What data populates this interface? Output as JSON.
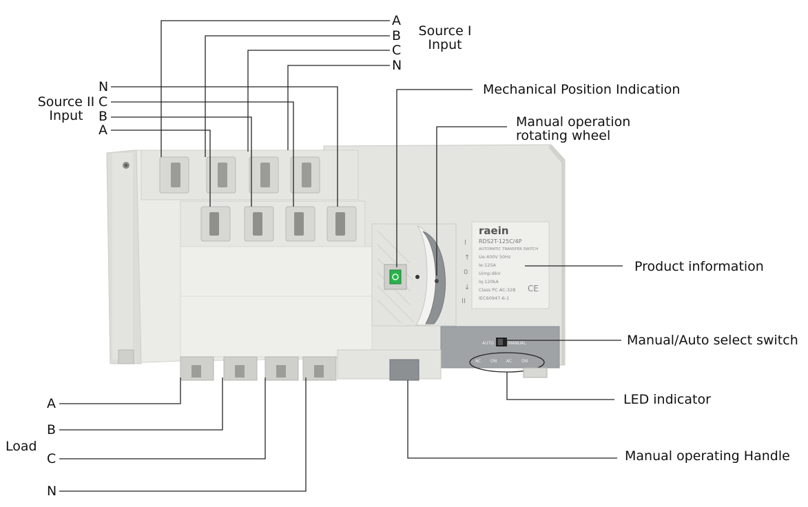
{
  "source_i": {
    "line1": "Source I",
    "line2": "Input",
    "phases": [
      "A",
      "B",
      "C",
      "N"
    ]
  },
  "source_ii": {
    "line1": "Source II",
    "line2": "Input",
    "phases": [
      "N",
      "C",
      "B",
      "A"
    ]
  },
  "load": {
    "label": "Load",
    "phases": [
      "A",
      "B",
      "C",
      "N"
    ]
  },
  "callouts": {
    "mechanical_position": "Mechanical Position Indication",
    "rotating_wheel_line1": "Manual operation",
    "rotating_wheel_line2": "rotating wheel",
    "product_information": "Product information",
    "select_switch": "Manual/Auto select switch",
    "led_indicator": "LED indicator",
    "operating_handle": "Manual operating Handle"
  },
  "product_plate": {
    "brand": "raein",
    "model": "RDS2T-125C/4P",
    "desc": "AUTOMATIC TRANSFER SWITCH",
    "specs": [
      "Ue:400V 50Hz",
      "Ie:125A",
      "Uimp:8kV",
      "Iq:120kA",
      "Class PC AC-32B",
      "IEC60947-6-1"
    ],
    "ce_mark": "CE"
  },
  "dial": {
    "top": "I",
    "middle": "0",
    "bottom": "II"
  },
  "bottom_panel": {
    "auto": "AUTO",
    "manual": "MANUAL",
    "led_labels": [
      "AC",
      "ON",
      "AC",
      "ON"
    ]
  },
  "colors": {
    "body": "#e9e9e6",
    "shade": "#d6d6d2",
    "panel": "#a0a3a6",
    "accent_green": "#2bb24c"
  }
}
